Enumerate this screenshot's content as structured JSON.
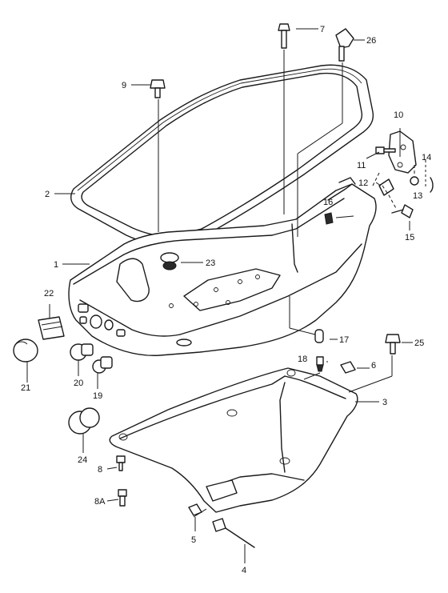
{
  "diagram": {
    "labels": {
      "p1": "1",
      "p2": "2",
      "p3": "3",
      "p4": "4",
      "p5": "5",
      "p6": "6",
      "p7": "7",
      "p8": "8",
      "p8a": "8A",
      "p9": "9",
      "p10": "10",
      "p11": "11",
      "p12": "12",
      "p13": "13",
      "p14": "14",
      "p15": "15",
      "p16": "16",
      "p17": "17",
      "p18": "18",
      "p19": "19",
      "p20": "20",
      "p21": "21",
      "p22": "22",
      "p23": "23",
      "p24": "24",
      "p25": "25",
      "p26": "26"
    }
  }
}
